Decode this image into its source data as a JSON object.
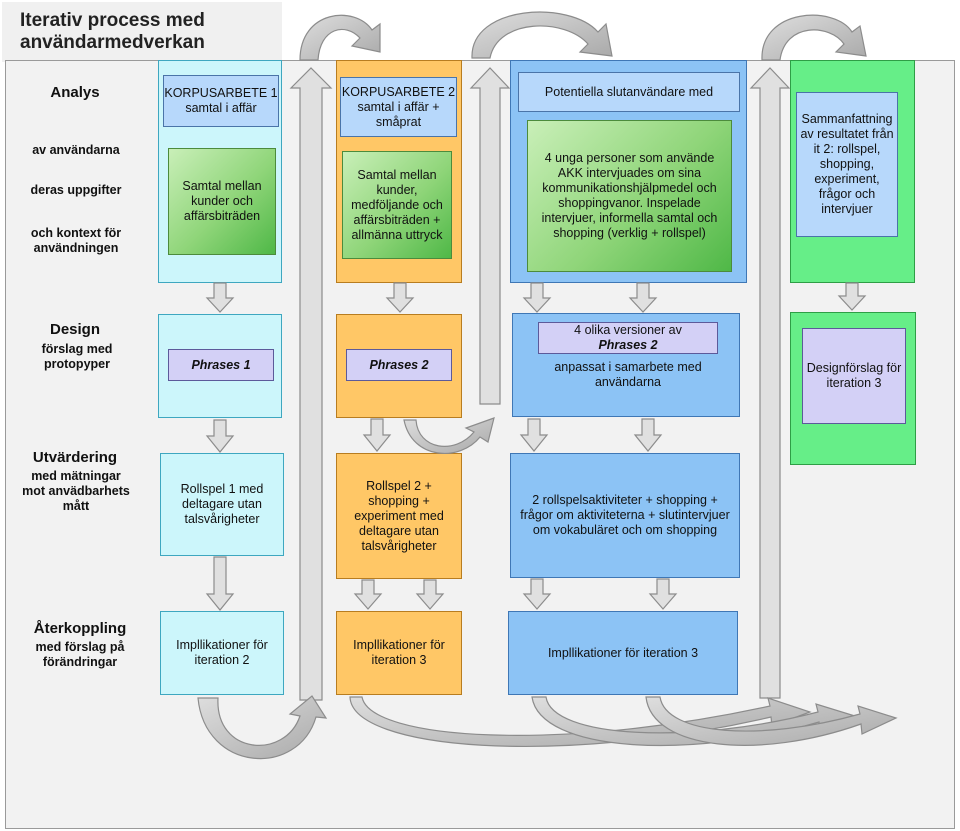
{
  "title": "Iterativ process med användarmedverkan",
  "phases": {
    "analys": {
      "main": "Analys",
      "sub1": "av användarna",
      "sub2": "deras uppgifter",
      "sub3": "och kontext för användningen"
    },
    "design": {
      "main": "Design",
      "sub": "förslag med protopyper"
    },
    "utvardering": {
      "main": "Utvärdering",
      "sub": "med mätningar mot anvädbarhets mått"
    },
    "aterkoppling": {
      "main": "Återkoppling",
      "sub": "med förslag på förändringar"
    }
  },
  "iter1": {
    "korpus": "KORPUSARBETE 1 samtal i affär",
    "analys": "Samtal mellan kunder och affärsbiträden",
    "phrases": "Phrases 1",
    "utvardering": "Rollspel 1 med deltagare utan talsvårigheter",
    "aterkoppling": "Impllikationer för iteration 2"
  },
  "iter2": {
    "korpus": "KORPUSARBETE 2 samtal i affär + småprat",
    "analys": "Samtal mellan kunder, medföljande och affärsbiträden + allmänna uttryck",
    "phrases": "Phrases 2",
    "utvardering": "Rollspel 2 + shopping + experiment med deltagare utan talsvårigheter",
    "aterkoppling": "Impllikationer för iteration 3"
  },
  "iter3": {
    "header": "Potentiella slutanvändare med",
    "analys": "4 unga personer som använde AKK intervjuades om sina kommunikationshjälpmedel och shoppingvanor. Inspelade intervjuer, informella samtal och shopping (verklig + rollspel)",
    "design_top": "4 olika versioner av",
    "design_phrases": "Phrases 2",
    "design_bottom": "anpassat i samarbete med användarna",
    "utvardering": "2 rollspelsaktiviteter + shopping + frågor om aktiviteterna + slutintervjuer om vokabuläret och om shopping",
    "aterkoppling": "Impllikationer för iteration 3"
  },
  "summary": {
    "text": "Sammanfattning av resultatet från it 2: rollspel, shopping, experiment, frågor och intervjuer",
    "design": "Designförslag för iteration 3"
  }
}
